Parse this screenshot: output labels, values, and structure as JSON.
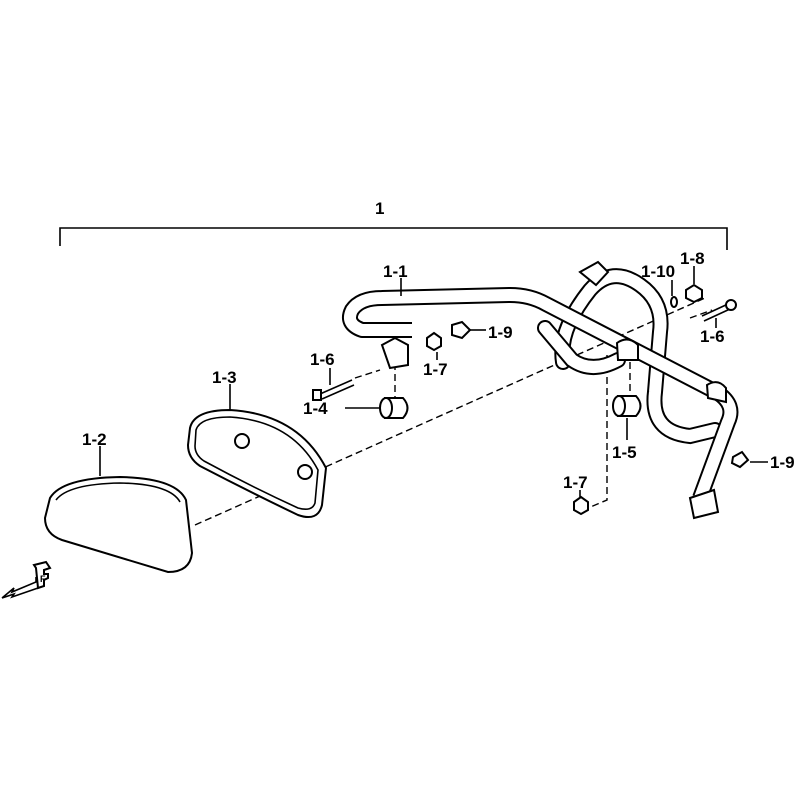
{
  "diagram": {
    "assembly_label": "1",
    "callouts": {
      "rail": "1-1",
      "pad": "1-2",
      "backplate": "1-3",
      "collar_left": "1-4",
      "collar_right": "1-5",
      "bolt_left": "1-6",
      "bolt_right": "1-6",
      "nut_upper": "1-7",
      "nut_lower": "1-7",
      "cap_nut": "1-8",
      "clip_left": "1-9",
      "clip_right": "1-9",
      "washer": "1-10"
    },
    "front_indicator": "F"
  }
}
